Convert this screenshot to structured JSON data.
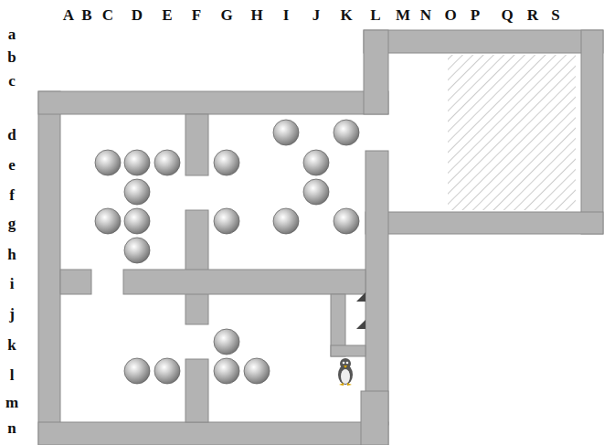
{
  "diagram": {
    "labels": [
      "A",
      "B",
      "C",
      "D",
      "E",
      "F",
      "G",
      "H",
      "I",
      "J",
      "K",
      "L",
      "M",
      "N",
      "O",
      "P",
      "Q",
      "R",
      "S",
      "a",
      "b",
      "c",
      "d",
      "e",
      "f",
      "g",
      "h",
      "i",
      "j",
      "k",
      "l",
      "m",
      "n"
    ]
  }
}
